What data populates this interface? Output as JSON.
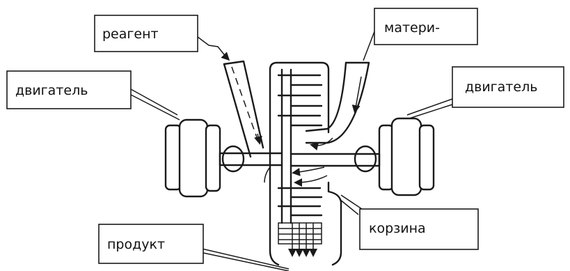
{
  "labels": {
    "reagent": "реагент",
    "material": "матери-",
    "motor_left": "двигатель",
    "motor_right": "двигатель",
    "basket": "корзина",
    "product": "продукт"
  }
}
